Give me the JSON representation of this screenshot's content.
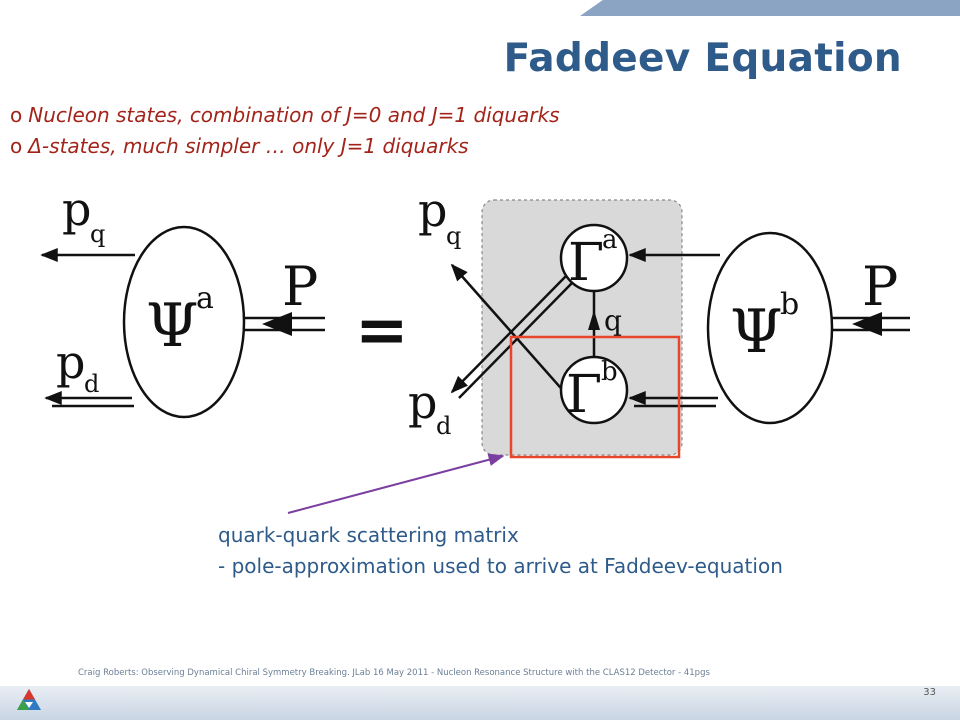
{
  "slide": {
    "title": "Faddeev Equation",
    "bullets": [
      {
        "marker": "o",
        "text": "Nucleon states, combination of J=0 and J=1 diquarks"
      },
      {
        "marker": "o",
        "text": "Δ-states, much simpler … only J=1 diquarks"
      }
    ],
    "caption": {
      "line1": "quark-quark scattering matrix",
      "line2": "- pole-approximation used to arrive at Faddeev-equation"
    },
    "footer": "Craig Roberts: Observing Dynamical Chiral Symmetry Breaking. JLab 16 May 2011 - Nucleon Resonance Structure with the CLAS12 Detector - 41pgs",
    "page_number": "33"
  },
  "diagram": {
    "left": {
      "psi_symbol": "Ψ",
      "psi_superscript": "a",
      "pq_main": "p",
      "pq_sub": "q",
      "pd_main": "p",
      "pd_sub": "d",
      "P": "P"
    },
    "equals": "=",
    "right": {
      "pq_main": "p",
      "pq_sub": "q",
      "pd_main": "p",
      "pd_sub": "d",
      "gamma_top": "Γ",
      "gamma_top_superscript": "a",
      "gamma_bottom": "Γ",
      "gamma_bottom_superscript": "b",
      "q_label": "q",
      "psi_symbol": "Ψ",
      "psi_superscript": "b",
      "P": "P"
    }
  },
  "colors": {
    "title": "#2e5b8a",
    "bullets": "#a3241b",
    "caption": "#2e5b8a",
    "highlight_box": "#e8452a",
    "pointer_arrow": "#7b3fa0",
    "shaded_region": "#d9d9d9"
  }
}
